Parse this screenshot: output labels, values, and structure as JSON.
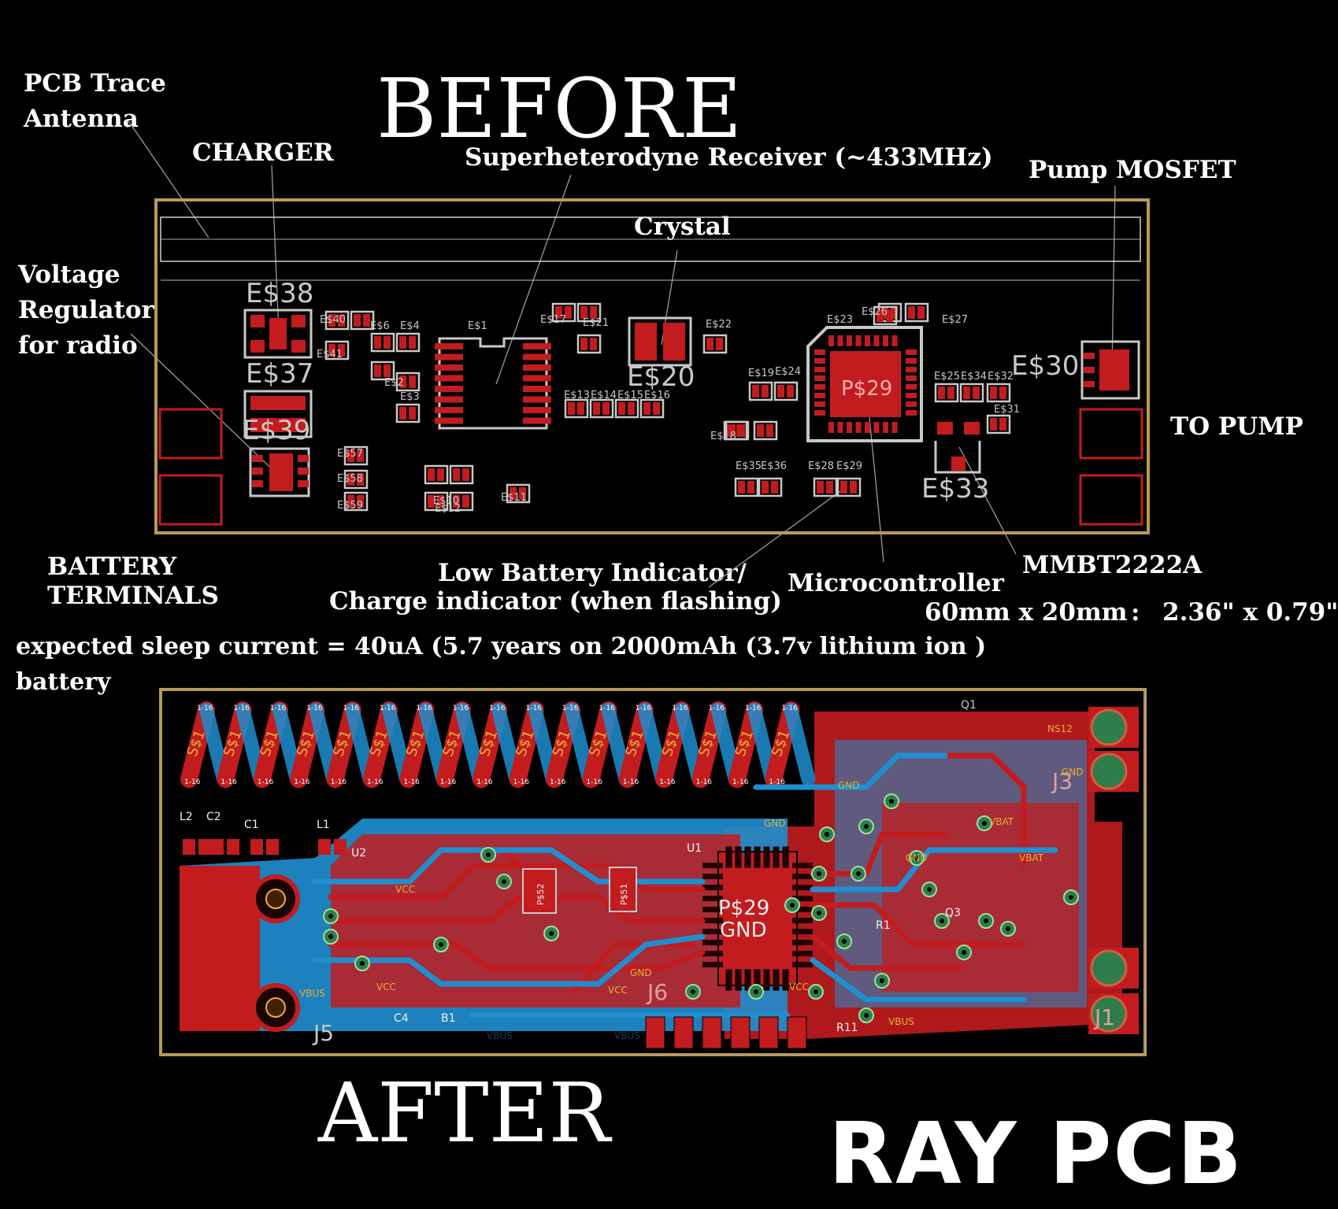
{
  "titles": {
    "before": "BEFORE",
    "after": "AFTER",
    "brand": "RAY PCB"
  },
  "annotations": {
    "pcb_trace_antenna": [
      "PCB Trace",
      "Antenna"
    ],
    "charger": "CHARGER",
    "receiver": "Superheterodyne Receiver (~433MHz)",
    "pump_mosfet": "Pump MOSFET",
    "crystal": "Crystal",
    "voltage_regulator": [
      "Voltage",
      "Regulator",
      "for radio"
    ],
    "to_pump": "TO PUMP",
    "battery_terminals": [
      "BATTERY",
      "TERMINALS"
    ],
    "low_battery": [
      "Low Battery Indicator/",
      "Charge indicator (when flashing)"
    ],
    "microcontroller": "Microcontroller",
    "mmbt": "MMBT2222A",
    "dimensions_metric": "60mm x 20mm",
    "dimensions_sep": ":",
    "dimensions_imperial": "2.36\" x 0.79\"",
    "sleep_current": [
      "expected sleep current = 40uA (5.7 years on 2000mAh (3.7v lithium ion )",
      "battery"
    ]
  },
  "before_board": {
    "big_labels": [
      {
        "name": "es38",
        "text": "E$38"
      },
      {
        "name": "es37",
        "text": "E$37"
      },
      {
        "name": "es39",
        "text": "E$39"
      },
      {
        "name": "es20",
        "text": "E$20"
      },
      {
        "name": "es30",
        "text": "E$30"
      },
      {
        "name": "es33",
        "text": "E$33"
      },
      {
        "name": "ps29",
        "text": "P$29"
      }
    ],
    "small_labels": [
      {
        "name": "es1",
        "text": "E$1"
      },
      {
        "name": "es2",
        "text": "E$2"
      },
      {
        "name": "es3",
        "text": "E$3"
      },
      {
        "name": "es4",
        "text": "E$4"
      },
      {
        "name": "es6",
        "text": "E$6"
      },
      {
        "name": "es13",
        "text": "E$13"
      },
      {
        "name": "es14",
        "text": "E$14"
      },
      {
        "name": "es15",
        "text": "E$15"
      },
      {
        "name": "es16",
        "text": "E$16"
      },
      {
        "name": "es17",
        "text": "E$17"
      },
      {
        "name": "es18",
        "text": "E$18"
      },
      {
        "name": "es19",
        "text": "E$19"
      },
      {
        "name": "es21",
        "text": "E$21"
      },
      {
        "name": "es22",
        "text": "E$22"
      },
      {
        "name": "es23",
        "text": "E$23"
      },
      {
        "name": "es24",
        "text": "E$24"
      },
      {
        "name": "es25",
        "text": "E$25"
      },
      {
        "name": "es26",
        "text": "E$26"
      },
      {
        "name": "es27",
        "text": "E$27"
      },
      {
        "name": "es28",
        "text": "E$28"
      },
      {
        "name": "es29",
        "text": "E$29"
      },
      {
        "name": "es31",
        "text": "E$31"
      },
      {
        "name": "es32",
        "text": "E$32"
      },
      {
        "name": "es34",
        "text": "E$34"
      },
      {
        "name": "es35",
        "text": "E$35"
      },
      {
        "name": "es36",
        "text": "E$36"
      },
      {
        "name": "es40",
        "text": "E$40"
      },
      {
        "name": "es41",
        "text": "E$41"
      },
      {
        "name": "es10",
        "text": "E$10"
      },
      {
        "name": "es11",
        "text": "E$11"
      },
      {
        "name": "es12",
        "text": "E$12"
      },
      {
        "name": "es57",
        "text": "E$57"
      },
      {
        "name": "es58",
        "text": "E$58"
      },
      {
        "name": "es59",
        "text": "E$59"
      }
    ]
  },
  "after_board": {
    "labels": {
      "s1": "S$1",
      "ant_pad": "1-16",
      "ps29": "P$29",
      "gnd": "GND",
      "vcc": "VCC",
      "vbus": "VBUS",
      "vbat": "VBAT",
      "j5": "J5",
      "j6": "J6",
      "j1": "J1",
      "j3": "J3",
      "l2": "L2",
      "c2": "C2",
      "c1": "C1",
      "l1": "L1",
      "u1": "U1",
      "u2": "U2",
      "r1": "R1",
      "r11": "R11",
      "q1": "Q1",
      "q3": "Q3",
      "b1": "B1",
      "c4": "C4",
      "ns12": "NS12",
      "ps52": "P$52",
      "ps51": "P$51"
    }
  },
  "colors": {
    "background": "#000000",
    "copper_top": "#c21c1f",
    "copper_bottom": "#1f8fd0",
    "outline_gold": "#b89a58",
    "silkscreen": "#c8c8c8",
    "via_green": "#2e7d4a",
    "text": "#ffffff",
    "label_orange": "#e8b030"
  }
}
